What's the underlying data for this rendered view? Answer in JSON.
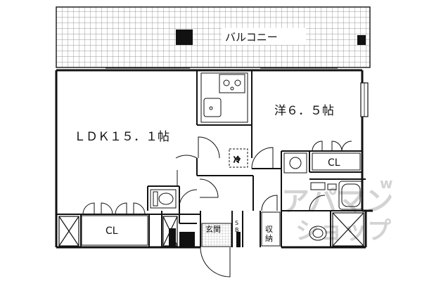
{
  "rooms": {
    "balcony": "バルコニー",
    "ldk": "ＬＤＫ１５．１帖",
    "western_room": "洋６．５帖",
    "closet_right": "CL",
    "closet_left": "CL",
    "entrance": "玄関",
    "shoe_box": "SB",
    "storage": "収納",
    "fridge": "冷"
  },
  "watermark": {
    "main": "アパマン",
    "sub": "ショップ",
    "small": "w"
  }
}
